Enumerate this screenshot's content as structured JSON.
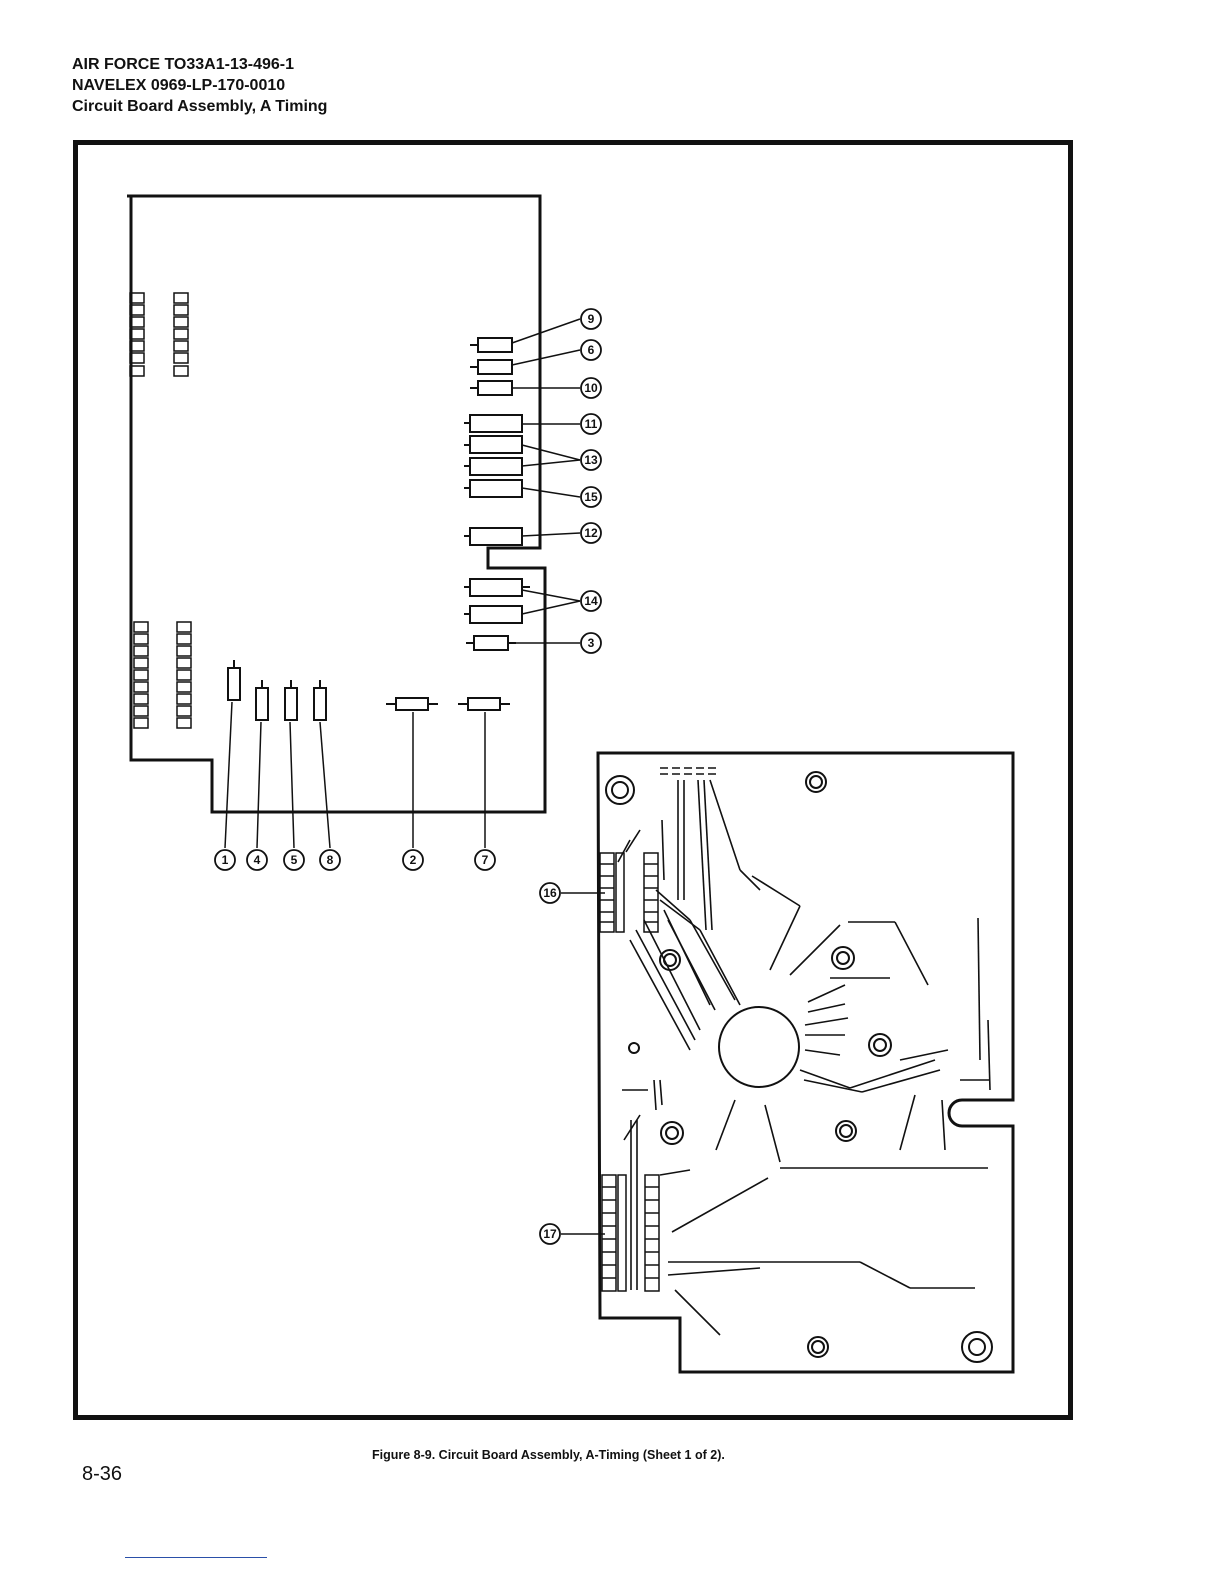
{
  "header": {
    "line1": "AIR FORCE TO33A1-13-496-1",
    "line2": "NAVELEX 0969-LP-170-0010",
    "line3": "Circuit Board Assembly, A Timing"
  },
  "figure": {
    "caption": "Figure 8-9. Circuit Board Assembly, A-Timing (Sheet 1 of 2).",
    "callouts": [
      "1",
      "2",
      "3",
      "4",
      "5",
      "6",
      "7",
      "8",
      "9",
      "10",
      "11",
      "12",
      "13",
      "14",
      "15",
      "16",
      "17"
    ]
  },
  "footer": {
    "page_number": "8-36"
  }
}
